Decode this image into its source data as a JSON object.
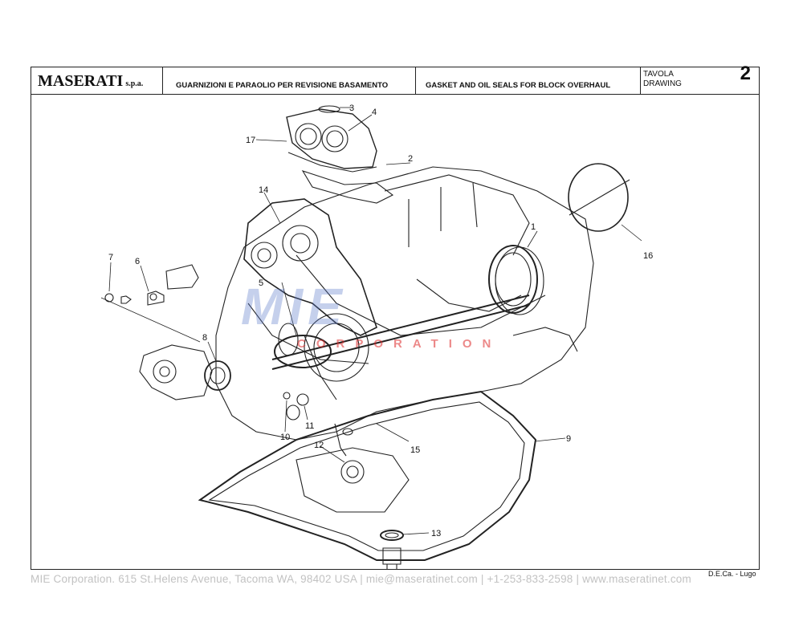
{
  "title_block": {
    "brand": "MASERATI",
    "brand_suffix": "s.p.a.",
    "title_it": "GUARNIZIONI E PARAOLIO PER REVISIONE BASAMENTO",
    "title_en": "GASKET AND OIL SEALS FOR BLOCK OVERHAUL",
    "drawing_label_it": "TAVOLA",
    "drawing_label_en": "DRAWING",
    "drawing_number": "2"
  },
  "callouts": [
    "1",
    "2",
    "3",
    "4",
    "5",
    "6",
    "7",
    "8",
    "9",
    "10",
    "11",
    "12",
    "13",
    "14",
    "15",
    "16",
    "17"
  ],
  "watermark": {
    "logo": "MIE",
    "text": "CORPORATION"
  },
  "credit": "D.E.Ca. - Lugo",
  "footer": "MIE Corporation. 615 St.Helens Avenue, Tacoma WA, 98402 USA  |  mie@maseratinet.com  |   +1-253-833-2598   |  www.maseratinet.com"
}
